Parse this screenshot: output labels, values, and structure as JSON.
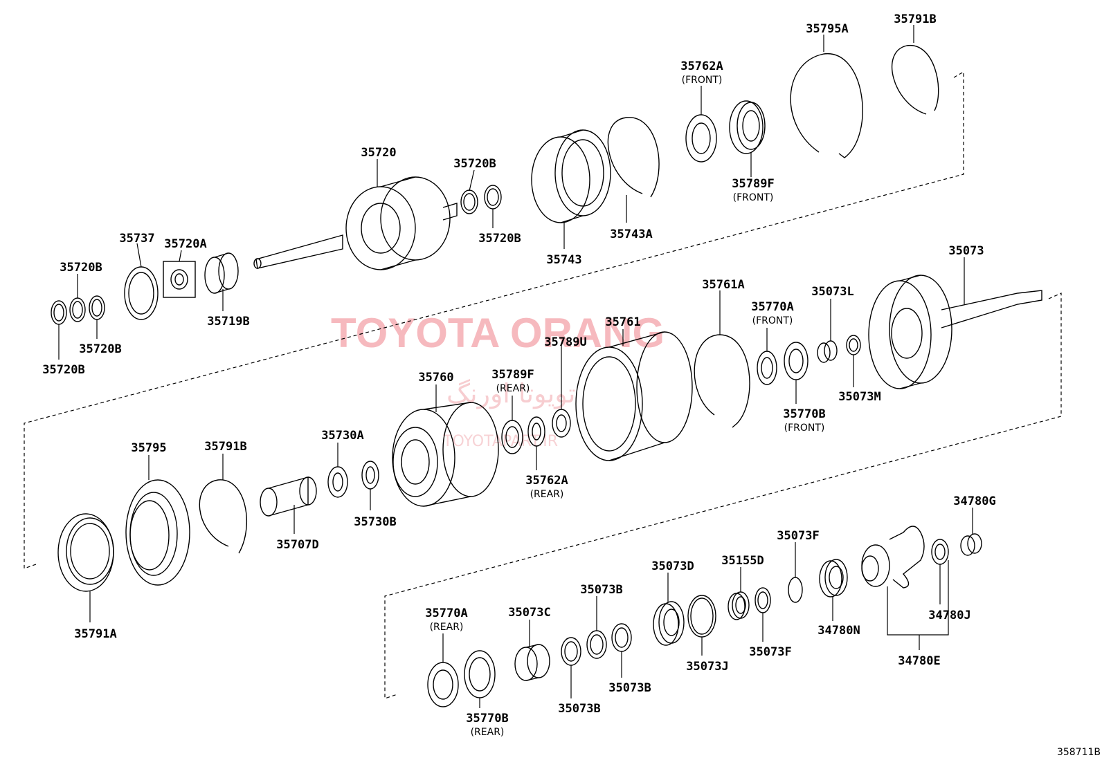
{
  "watermark": {
    "brand": "TOYOTA ORANG",
    "brand_fa": "تویوتا اورنگ",
    "site": "TOYOTAPART.IR"
  },
  "figure_number": "358711B",
  "labels": [
    {
      "id": "p35795A",
      "text": "35795A"
    },
    {
      "id": "p35791B_top",
      "text": "35791B"
    },
    {
      "id": "p35762A_front",
      "text": "35762A",
      "sub": "(FRONT)"
    },
    {
      "id": "p35789F_front",
      "text": "35789F",
      "sub": "(FRONT)"
    },
    {
      "id": "p35743A",
      "text": "35743A"
    },
    {
      "id": "p35743",
      "text": "35743"
    },
    {
      "id": "p35720",
      "text": "35720"
    },
    {
      "id": "p35720B_a",
      "text": "35720B"
    },
    {
      "id": "p35720B_b",
      "text": "35720B"
    },
    {
      "id": "p35737",
      "text": "35737"
    },
    {
      "id": "p35720A",
      "text": "35720A"
    },
    {
      "id": "p35719B",
      "text": "35719B"
    },
    {
      "id": "p35720B_c",
      "text": "35720B"
    },
    {
      "id": "p35720B_d",
      "text": "35720B"
    },
    {
      "id": "p35720B_e",
      "text": "35720B"
    },
    {
      "id": "p35073",
      "text": "35073"
    },
    {
      "id": "p35761A",
      "text": "35761A"
    },
    {
      "id": "p35770A_front",
      "text": "35770A",
      "sub": "(FRONT)"
    },
    {
      "id": "p35073L",
      "text": "35073L"
    },
    {
      "id": "p35073M",
      "text": "35073M"
    },
    {
      "id": "p35770B_front",
      "text": "35770B",
      "sub": "(FRONT)"
    },
    {
      "id": "p35761",
      "text": "35761"
    },
    {
      "id": "p35789U",
      "text": "35789U"
    },
    {
      "id": "p35789F_rear",
      "text": "35789F",
      "sub": "(REAR)"
    },
    {
      "id": "p35760",
      "text": "35760"
    },
    {
      "id": "p35762A_rear",
      "text": "35762A",
      "sub": "(REAR)"
    },
    {
      "id": "p35730A",
      "text": "35730A"
    },
    {
      "id": "p35730B",
      "text": "35730B"
    },
    {
      "id": "p35707D",
      "text": "35707D"
    },
    {
      "id": "p35795",
      "text": "35795"
    },
    {
      "id": "p35791B_mid",
      "text": "35791B"
    },
    {
      "id": "p35791A",
      "text": "35791A"
    },
    {
      "id": "p34780G",
      "text": "34780G"
    },
    {
      "id": "p35073F_top",
      "text": "35073F"
    },
    {
      "id": "p35155D",
      "text": "35155D"
    },
    {
      "id": "p35073D",
      "text": "35073D"
    },
    {
      "id": "p35073B_top",
      "text": "35073B"
    },
    {
      "id": "p35073C",
      "text": "35073C"
    },
    {
      "id": "p35770A_rear",
      "text": "35770A",
      "sub": "(REAR)"
    },
    {
      "id": "p34780N",
      "text": "34780N"
    },
    {
      "id": "p34780J",
      "text": "34780J"
    },
    {
      "id": "p34780E",
      "text": "34780E"
    },
    {
      "id": "p35073F_bot",
      "text": "35073F"
    },
    {
      "id": "p35073J",
      "text": "35073J"
    },
    {
      "id": "p35073B_mid",
      "text": "35073B"
    },
    {
      "id": "p35073B_bot",
      "text": "35073B"
    },
    {
      "id": "p35770B_rear",
      "text": "35770B",
      "sub": "(REAR)"
    }
  ]
}
